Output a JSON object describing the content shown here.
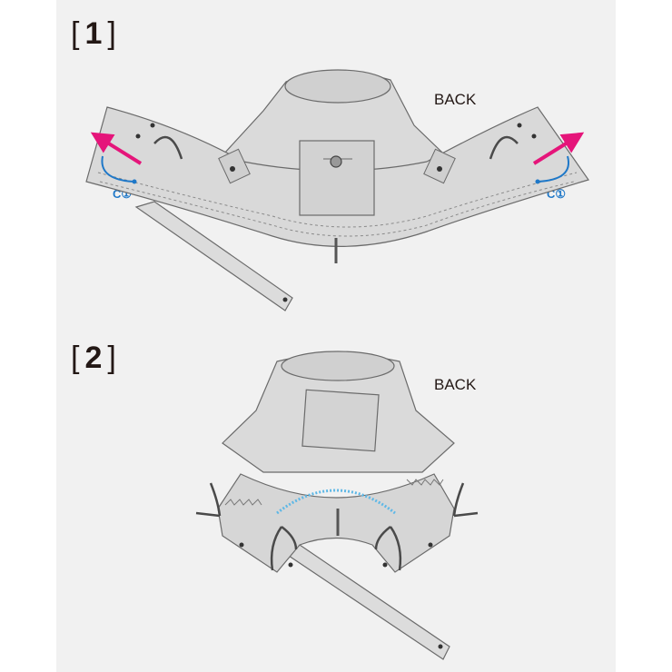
{
  "steps": [
    {
      "open": "[",
      "number": "1",
      "close": "]",
      "view_label": "BACK",
      "marker_left": "C①",
      "marker_right": "C①"
    },
    {
      "open": "[",
      "number": "2",
      "close": "]",
      "view_label": "BACK"
    }
  ],
  "colors": {
    "background": "#f1f1f1",
    "garment_fill": "#d9d9d9",
    "garment_stroke": "#6b6b6b",
    "arrow": "#e5157a",
    "cord_blue": "#1f78c8",
    "elastic_blue": "#5fb8e6",
    "strap_dark": "#4a4a4a"
  }
}
